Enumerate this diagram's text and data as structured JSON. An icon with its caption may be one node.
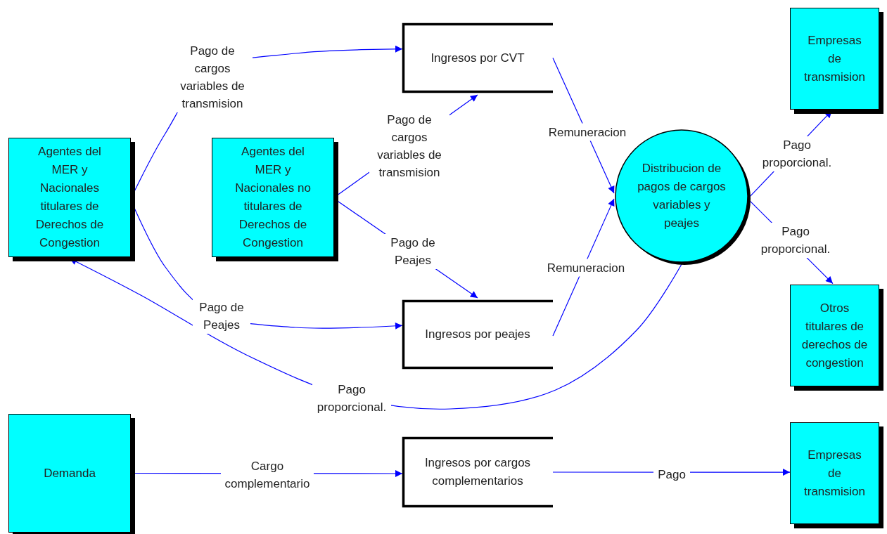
{
  "diagram": {
    "nodes": [
      {
        "text": [
          "Agentes del MER y Nacionales titulares de Derechos de Congestion"
        ]
      },
      {
        "text": [
          "Agentes del MER y Nacionales no titulares de Derechos de Congestion"
        ]
      },
      {
        "text": [
          "Ingresos por CVT"
        ]
      },
      {
        "text": [
          "Ingresos por peajes"
        ]
      },
      {
        "text": [
          "Distribucion de pagos de cargos variables y peajes"
        ]
      },
      {
        "text": [
          "Empresas de transmision"
        ]
      },
      {
        "text": [
          "Otros titulares de derechos de congestion"
        ]
      },
      {
        "text": [
          "Demanda"
        ]
      },
      {
        "text": [
          "Ingresos por cargos complementarios"
        ]
      },
      {
        "text": [
          "Empresas de transmision"
        ]
      }
    ],
    "edges": [
      {
        "from": 0,
        "to": 2,
        "arrow": "to",
        "label": "Pago de cargos variables de transmision"
      },
      {
        "from": 1,
        "to": 2,
        "arrow": "to",
        "label": "Pago de cargos variables de transmision"
      },
      {
        "from": 0,
        "to": 3,
        "arrow": "to",
        "label": "Pago de Peajes"
      },
      {
        "from": 1,
        "to": 3,
        "arrow": "to",
        "label": "Pago de Peajes"
      },
      {
        "from": 2,
        "to": 4,
        "arrow": "to",
        "label": "Remuneracion"
      },
      {
        "from": 3,
        "to": 4,
        "arrow": "to",
        "label": "Remuneracion"
      },
      {
        "from": 4,
        "to": 5,
        "arrow": "to",
        "label": "Pago proporcional."
      },
      {
        "from": 4,
        "to": 6,
        "arrow": "to",
        "label": "Pago proporcional."
      },
      {
        "from": 4,
        "to": 0,
        "arrow": "to",
        "label": "Pago proporcional."
      },
      {
        "from": 7,
        "to": 8,
        "arrow": "to",
        "label": "Cargo complementario"
      },
      {
        "from": 8,
        "to": 9,
        "arrow": "to",
        "label": "Pago"
      }
    ]
  }
}
